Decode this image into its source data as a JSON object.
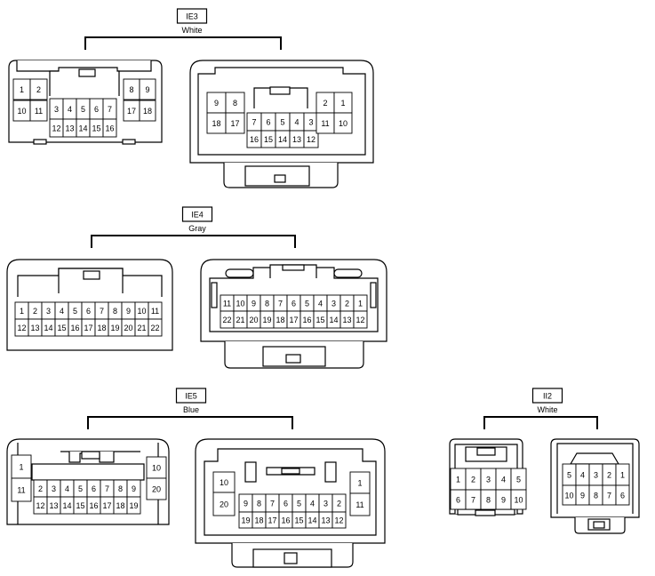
{
  "groups": [
    {
      "id": "IE3",
      "name": "IE3",
      "color": "White",
      "left": {
        "rows": [
          [
            "1",
            "2",
            "3",
            "4",
            "5",
            "6",
            "7",
            "8",
            "9"
          ],
          [
            "10",
            "11",
            "12",
            "13",
            "14",
            "15",
            "16",
            "17",
            "18"
          ]
        ]
      },
      "right": {
        "rows": [
          [
            "9",
            "8",
            "7",
            "6",
            "5",
            "4",
            "3",
            "2",
            "1"
          ],
          [
            "18",
            "17",
            "16",
            "15",
            "14",
            "13",
            "12",
            "11",
            "10"
          ]
        ]
      }
    },
    {
      "id": "IE4",
      "name": "IE4",
      "color": "Gray",
      "left": {
        "rows": [
          [
            "1",
            "2",
            "3",
            "4",
            "5",
            "6",
            "7",
            "8",
            "9",
            "10",
            "11"
          ],
          [
            "12",
            "13",
            "14",
            "15",
            "16",
            "17",
            "18",
            "19",
            "20",
            "21",
            "22"
          ]
        ]
      },
      "right": {
        "rows": [
          [
            "11",
            "10",
            "9",
            "8",
            "7",
            "6",
            "5",
            "4",
            "3",
            "2",
            "1"
          ],
          [
            "22",
            "21",
            "20",
            "19",
            "18",
            "17",
            "16",
            "15",
            "14",
            "13",
            "12"
          ]
        ]
      }
    },
    {
      "id": "IE5",
      "name": "IE5",
      "color": "Blue",
      "left": {
        "rows": [
          [
            "1",
            "2",
            "3",
            "4",
            "5",
            "6",
            "7",
            "8",
            "9",
            "10"
          ],
          [
            "11",
            "12",
            "13",
            "14",
            "15",
            "16",
            "17",
            "18",
            "19",
            "20"
          ]
        ]
      },
      "right": {
        "rows": [
          [
            "10",
            "9",
            "8",
            "7",
            "6",
            "5",
            "4",
            "3",
            "2",
            "1"
          ],
          [
            "20",
            "19",
            "18",
            "17",
            "16",
            "15",
            "14",
            "13",
            "12",
            "11"
          ]
        ]
      }
    },
    {
      "id": "II2",
      "name": "II2",
      "color": "White",
      "left": {
        "rows": [
          [
            "1",
            "2",
            "3",
            "4",
            "5"
          ],
          [
            "6",
            "7",
            "8",
            "9",
            "10"
          ]
        ]
      },
      "right": {
        "rows": [
          [
            "5",
            "4",
            "3",
            "2",
            "1"
          ],
          [
            "10",
            "9",
            "8",
            "7",
            "6"
          ]
        ]
      }
    }
  ]
}
